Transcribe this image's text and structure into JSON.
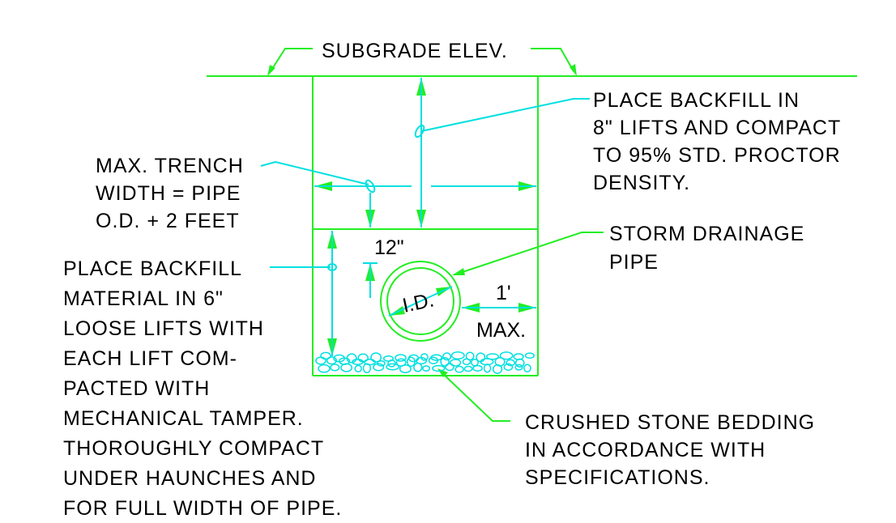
{
  "labels": {
    "subgrade": "SUBGRADE ELEV.",
    "backfill_top": [
      "PLACE BACKFILL IN",
      "8\" LIFTS AND COMPACT",
      "TO 95% STD. PROCTOR",
      "DENSITY."
    ],
    "trench_width": [
      "MAX. TRENCH",
      "WIDTH = PIPE",
      "O.D. + 2 FEET"
    ],
    "storm_pipe": [
      "STORM DRAINAGE",
      "PIPE"
    ],
    "backfill_lower": [
      "PLACE BACKFILL",
      "MATERIAL IN 6\"",
      "LOOSE LIFTS WITH",
      "EACH LIFT COM-",
      "PACTED WITH",
      "MECHANICAL TAMPER.",
      "THOROUGHLY COMPACT",
      "UNDER HAUNCHES AND",
      "FOR FULL WIDTH OF PIPE."
    ],
    "bedding": [
      "CRUSHED STONE BEDDING",
      "IN ACCORDANCE WITH",
      "SPECIFICATIONS."
    ],
    "dim_12": "12\"",
    "dim_id": "I.D.",
    "dim_1ft": "1'",
    "dim_max": "MAX."
  },
  "colors": {
    "structure": "#22ee22",
    "dimension": "#00e0e0",
    "text": "#000000"
  }
}
